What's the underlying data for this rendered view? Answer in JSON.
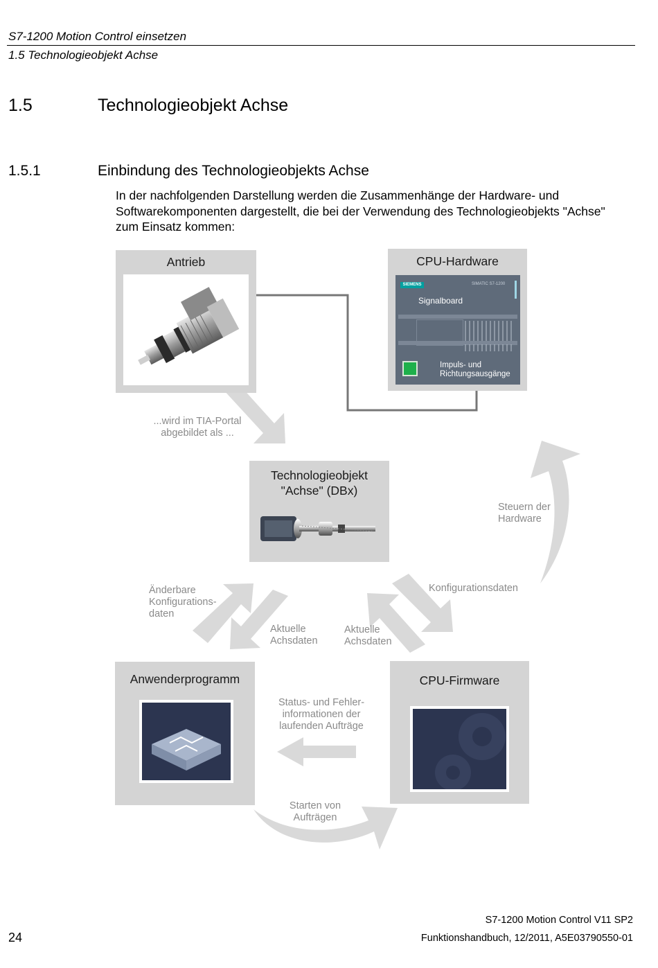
{
  "header": {
    "doc_title": "S7-1200 Motion Control einsetzen",
    "section": "1.5 Technologieobjekt Achse"
  },
  "section": {
    "number": "1.5",
    "title": "Technologieobjekt Achse"
  },
  "subsection": {
    "number": "1.5.1",
    "title": "Einbindung des Technologieobjekts Achse"
  },
  "intro": {
    "line1": "In der nachfolgenden Darstellung werden die Zusammenhänge der Hardware- und",
    "line2": "Softwarekomponenten dargestellt, die bei der Verwendung des Technologieobjekts \"Achse\"",
    "line3": "zum Einsatz kommen:"
  },
  "diagram": {
    "drive": {
      "title": "Antrieb"
    },
    "cpu_hw": {
      "title": "CPU-Hardware",
      "brand": "SIEMENS",
      "model": "SIMATIC S7-1200",
      "signalboard": "Signalboard",
      "pulse_line1": "Impuls- und",
      "pulse_line2": "Richtungsausgänge"
    },
    "tia_label": {
      "line1": "...wird im TIA-Portal",
      "line2": "abgebildet als ..."
    },
    "tech_object": {
      "line1": "Technologieobjekt",
      "line2": "\"Achse\" (DBx)"
    },
    "control_hw": {
      "line1": "Steuern der",
      "line2": "Hardware"
    },
    "config_changeable": {
      "line1": "Änderbare",
      "line2": "Konfigurations-",
      "line3": "daten"
    },
    "current_axis_left": {
      "line1": "Aktuelle",
      "line2": "Achsdaten"
    },
    "current_axis_right": {
      "line1": "Aktuelle",
      "line2": "Achsdaten"
    },
    "config_data": "Konfigurationsdaten",
    "user_program": {
      "title": "Anwenderprogramm"
    },
    "cpu_fw": {
      "title": "CPU-Firmware"
    },
    "status_info": {
      "line1": "Status- und Fehler-",
      "line2": "informationen der",
      "line3": "laufenden Aufträge"
    },
    "start_jobs": {
      "line1": "Starten von",
      "line2": "Aufträgen"
    }
  },
  "footer": {
    "product": "S7-1200 Motion Control V11 SP2",
    "page": "24",
    "manual": "Funktionshandbuch, 12/2011, A5E03790550-01"
  },
  "colors": {
    "box_grey": "#d4d4d4",
    "arrow_grey": "#d9d9d9",
    "cpu_panel": "#5f6b7a",
    "dark_tile": "#2c3550",
    "siemens_teal": "#00a0a0"
  }
}
